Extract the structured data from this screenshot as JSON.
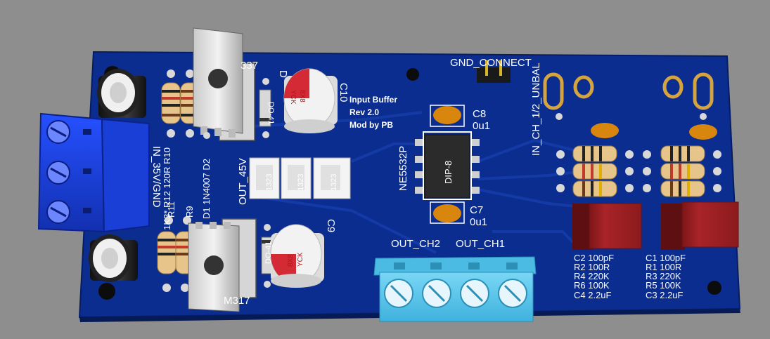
{
  "colors": {
    "background": "#8e8e8e",
    "board": "#0a2d8f",
    "silkscreen": "#ffffff",
    "terminal_in": "#1a3fd6",
    "terminal_out": "#57c5ec",
    "electrolytic": "#eaeaea",
    "film_cap": "#a31f24",
    "ceramic_cap": "#d8860e"
  },
  "board": {
    "info": {
      "title": "Input Buffer",
      "rev": "Rev 2.0",
      "mod": "Mod by PB"
    },
    "power": {
      "input_label": "IN_35V/GND",
      "regulator_top_label": "337",
      "regulator_bottom_label": "M317",
      "diode_top_ref": "D",
      "diode_bottom_ref": "D1 1N4007 D2",
      "resistor_top_refs": "1K3* R12 120R R10",
      "resistor_bottom_refs": "R11 R9",
      "diode_body_label": "DO-41",
      "cap_top_ref": "C10",
      "cap_bottom_ref": "C9",
      "cap_marking_1": "8X8",
      "cap_marking_2": "YCK"
    },
    "opamp": {
      "ref": "NE5532P",
      "package": "DIP-8",
      "c8_ref": "C8",
      "c8_value": "0u1",
      "c7_ref": "C7",
      "c7_value": "0u1"
    },
    "connectors": {
      "gnd_connect": "GND_CONNECT",
      "out_45v_label": "OUT_45V",
      "out_ch2": "OUT_CH2",
      "out_ch1": "OUT_CH1",
      "in_channels": "IN_CH_1/2_UNBAL",
      "header_marking": "1323"
    },
    "channel2_values": [
      "C2 100pF",
      "R2 100R",
      "R4 220K",
      "R6 100K",
      "C4 2.2uF"
    ],
    "channel1_values": [
      "C1 100pF",
      "R1 100R",
      "R3 220K",
      "R5 100K",
      "C3 2.2uF"
    ]
  }
}
